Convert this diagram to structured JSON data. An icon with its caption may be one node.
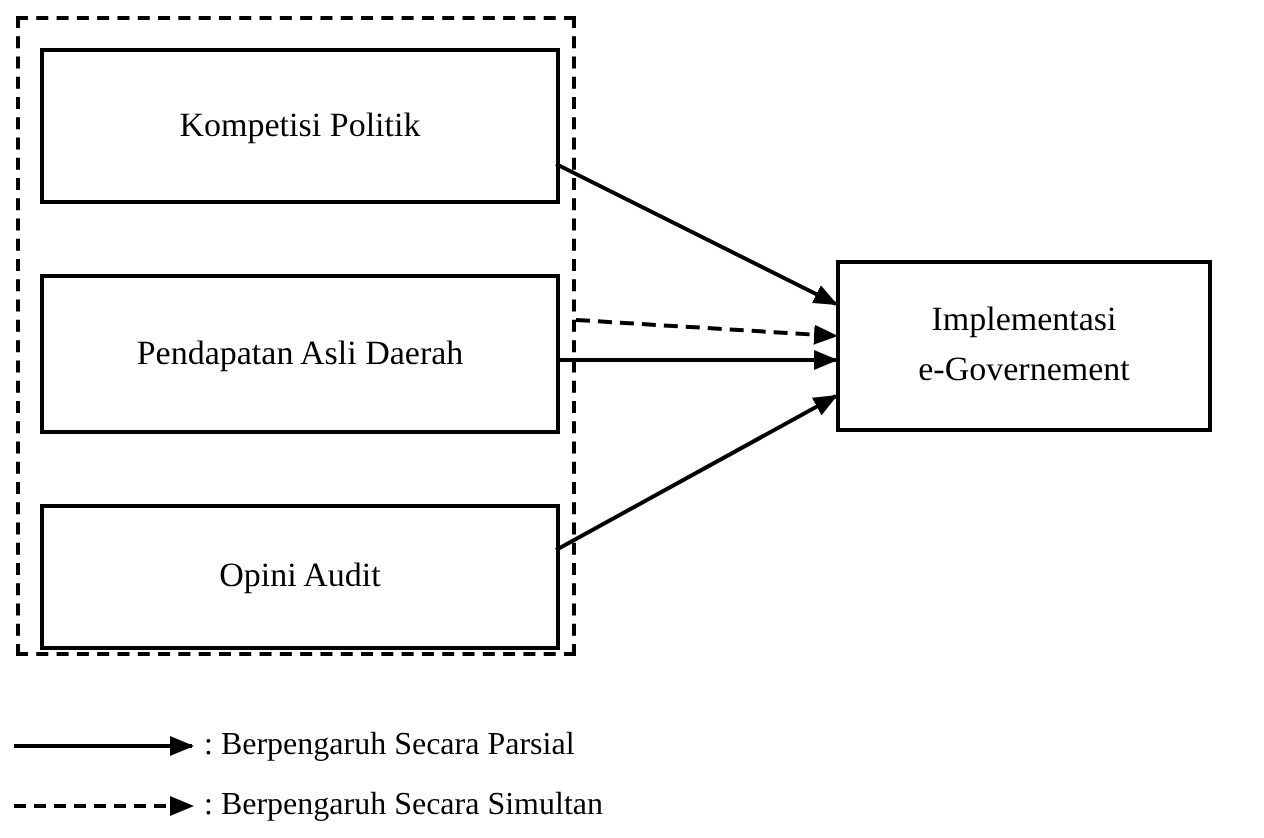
{
  "diagram": {
    "nodes": [
      {
        "text": [],
        "shape": "box"
      },
      {
        "text": [
          "Kompetisi Politik"
        ],
        "in": 0
      },
      {
        "text": [
          "Pendapatan Asli Daerah"
        ],
        "in": 0
      },
      {
        "text": [
          "Opini Audit"
        ],
        "in": 0
      },
      {
        "text": [
          "Implementasi e-Governement"
        ]
      }
    ],
    "edges": [
      {
        "from": 1,
        "to": 4,
        "arrow": "to"
      },
      {
        "from": 0,
        "to": 4,
        "arrow": "to",
        "style": "dashed"
      },
      {
        "from": 2,
        "to": 4,
        "arrow": "to"
      },
      {
        "from": 3,
        "to": 4,
        "arrow": "to"
      }
    ],
    "legend": [
      {
        "text": ": Berpengaruh Secara Parsial"
      },
      {
        "text": ": Berpengaruh Secara Simultan"
      }
    ]
  }
}
